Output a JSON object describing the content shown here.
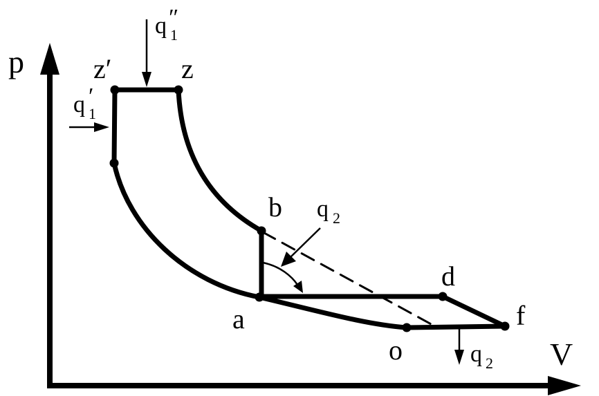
{
  "axes": {
    "y_label": "p",
    "x_label": "V"
  },
  "points": {
    "z_prime": "z′",
    "z": "z",
    "b": "b",
    "a": "a",
    "d": "d",
    "f": "f",
    "o": "o"
  },
  "heat_labels": {
    "q1_double_prime": {
      "base": "q",
      "sub": "1",
      "mark": "″"
    },
    "q1_prime": {
      "base": "q",
      "sub": "1",
      "mark": "′"
    },
    "q2_upper": {
      "base": "q",
      "sub": "2"
    },
    "q2_lower": {
      "base": "q",
      "sub": "2"
    }
  }
}
